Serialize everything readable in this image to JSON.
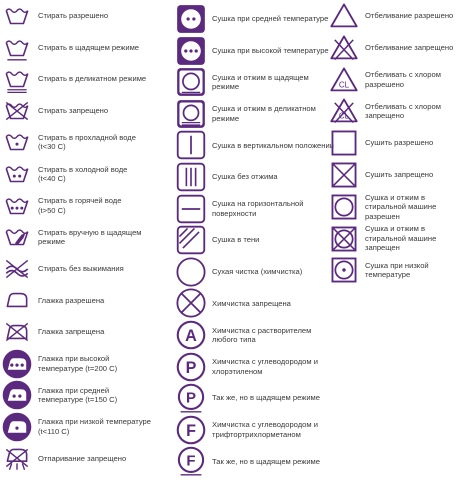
{
  "accent_color": "#5b2a7e",
  "columns": [
    [
      {
        "icon": "tub-icon",
        "label": "Стирать разрешено"
      },
      {
        "icon": "tub-one-line-icon",
        "label": "Стирать в щадящем режиме"
      },
      {
        "icon": "tub-two-lines-icon",
        "label": "Стирать в деликатном режиме"
      },
      {
        "icon": "tub-crossed-icon",
        "label": "Стирать запрещено"
      },
      {
        "icon": "tub-one-dot-icon",
        "label": "Стирать в прохладной воде\n(t<30 С)"
      },
      {
        "icon": "tub-two-dots-icon",
        "label": "Стирать в холодной воде\n(t<40 С)"
      },
      {
        "icon": "tub-three-dots-icon",
        "label": "Стирать в горячей воде\n(t>50 С)"
      },
      {
        "icon": "tub-hand-icon",
        "label": "Стирать вручную в щадящем\nрежиме"
      },
      {
        "icon": "wring-crossed-icon",
        "label": "Стирать без выжимания"
      },
      {
        "icon": "iron-icon",
        "label": "Глажка разрешена"
      },
      {
        "icon": "iron-crossed-icon",
        "label": "Глажка запрещена"
      },
      {
        "icon": "iron-three-dots-icon",
        "label": "Глажка при высокой\nтемпературе (t=200 С)"
      },
      {
        "icon": "iron-two-dots-icon",
        "label": "Глажка при средней\nтемпературе (t=150 С)"
      },
      {
        "icon": "iron-one-dot-icon",
        "label": "Глажка при низкой температуре\n(t<110 С)"
      },
      {
        "icon": "iron-steam-crossed-icon",
        "label": "Отпаривание запрещено"
      }
    ],
    [
      {
        "icon": "dryer-two-dots-icon",
        "label": "Сушка при средней температуре"
      },
      {
        "icon": "dryer-three-dots-icon",
        "label": "Сушка при высокой температуре"
      },
      {
        "icon": "dryer-gentle-icon",
        "label": "Сушка и отжим в щадящем режиме"
      },
      {
        "icon": "dryer-delicate-icon",
        "label": "Сушка и отжим в деликатном\nрежиме"
      },
      {
        "icon": "dry-vertical-icon",
        "label": "Сушка в вертикальном положении"
      },
      {
        "icon": "dry-drip-icon",
        "label": "Сушка без отжима"
      },
      {
        "icon": "dry-flat-icon",
        "label": "Сушка на горизонтальной\nповерхности"
      },
      {
        "icon": "dry-shade-icon",
        "label": "Сушка в тени"
      },
      {
        "icon": "dry-clean-icon",
        "label": "Сухая чистка (химчистка)"
      },
      {
        "icon": "dry-clean-crossed-icon",
        "label": "Химчистка запрещена"
      },
      {
        "icon": "dry-clean-a-icon",
        "label": "Химчистка с растворителем\nлюбого типа"
      },
      {
        "icon": "dry-clean-p-icon",
        "label": "Химчистка с углеводородом и\nхлорэтиленом"
      },
      {
        "icon": "dry-clean-p-gentle-icon",
        "label": "Так же, но в щадящем режиме"
      },
      {
        "icon": "dry-clean-f-icon",
        "label": "Химчистка с углеводородом и\nтрифтортрихлорметаном"
      },
      {
        "icon": "dry-clean-f-gentle-icon",
        "label": "Так же, но в щадящем режиме"
      }
    ],
    [
      {
        "icon": "bleach-icon",
        "label": "Отбеливание разрешено"
      },
      {
        "icon": "bleach-crossed-icon",
        "label": "Отбеливание запрещено"
      },
      {
        "icon": "bleach-cl-icon",
        "label": "Отбеливать с хлором\nразрешено"
      },
      {
        "icon": "bleach-cl-crossed-icon",
        "label": "Отбеливать с хлором\nзапрещено"
      },
      {
        "icon": "dry-square-icon",
        "label": "Сушить разрешено"
      },
      {
        "icon": "dry-square-crossed-icon",
        "label": "Сушить запрещено"
      },
      {
        "icon": "tumble-dry-icon",
        "label": "Сушка и отжим в\nстиральной машине\nразрешен"
      },
      {
        "icon": "tumble-dry-crossed-icon",
        "label": "Сушка и отжим в\nстиральной машине\nзапрещен"
      },
      {
        "icon": "tumble-dry-low-icon",
        "label": "Сушка при низкой\nтемпературе"
      }
    ]
  ],
  "glyphs": {
    "cl": "CL",
    "a": "A",
    "p": "P",
    "f": "F"
  }
}
